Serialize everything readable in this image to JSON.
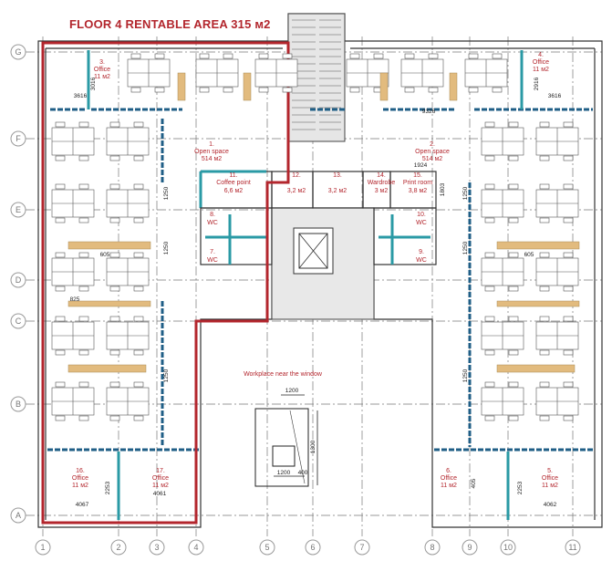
{
  "title": "FLOOR 4 RENTABLE AREA 315 м2",
  "colors": {
    "rentable_outline": "#b3262d",
    "glass_partition": "#2a9aa5",
    "partition": "#1f5e86",
    "storage": "#e2bb7e"
  },
  "axes": {
    "columns": [
      "1",
      "2",
      "3",
      "4",
      "5",
      "6",
      "7",
      "8",
      "9",
      "10",
      "11"
    ],
    "rows": [
      "G",
      "F",
      "E",
      "D",
      "C",
      "B",
      "A"
    ]
  },
  "rooms": [
    {
      "num": "1.",
      "name": "Open space",
      "area": "514 м2"
    },
    {
      "num": "2.",
      "name": "Open space",
      "area": "514 м2"
    },
    {
      "num": "3.",
      "name": "Office",
      "area": "11 м2"
    },
    {
      "num": "4.",
      "name": "Office",
      "area": "11 м2"
    },
    {
      "num": "5.",
      "name": "Office",
      "area": "11 м2"
    },
    {
      "num": "6.",
      "name": "Office",
      "area": "11 м2"
    },
    {
      "num": "7.",
      "name": "WC",
      "area": ""
    },
    {
      "num": "8.",
      "name": "WC",
      "area": ""
    },
    {
      "num": "9.",
      "name": "WC",
      "area": ""
    },
    {
      "num": "10.",
      "name": "WC",
      "area": ""
    },
    {
      "num": "11.",
      "name": "Coffee point",
      "area": "6,6 м2"
    },
    {
      "num": "12.",
      "name": "",
      "area": "3,2 м2"
    },
    {
      "num": "13.",
      "name": "",
      "area": "3,2 м2"
    },
    {
      "num": "14.",
      "name": "Wardrobe",
      "area": "3 м2"
    },
    {
      "num": "15.",
      "name": "Print room",
      "area": "3,8 м2"
    },
    {
      "num": "16.",
      "name": "Office",
      "area": "11 м2"
    },
    {
      "num": "17.",
      "name": "Office",
      "area": "11 м2"
    }
  ],
  "workplace_label": "Workplace near the window",
  "dimensions": {
    "office3_w": "3616",
    "office3_h": "3016",
    "office4_h": "2916",
    "office4_w": "3616",
    "top_right": "9326",
    "print_w": "1924",
    "print_h": "1803",
    "row_gap": "1250",
    "office_h": "2253",
    "office16_w": "4067",
    "office17_w": "4061",
    "office5_w": "4062",
    "office6_w": "405",
    "wp_top": "1200",
    "wp_bottom": "1200",
    "wp_small": "400",
    "wp_h": "1300",
    "cab_a": "605",
    "cab_b": "825"
  }
}
